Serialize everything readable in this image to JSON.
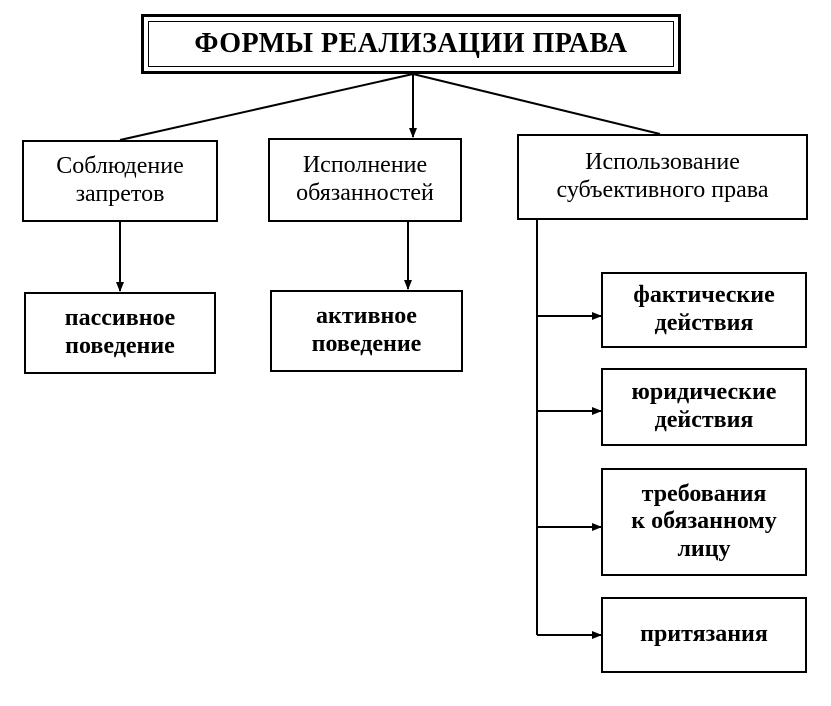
{
  "title": "ФОРМЫ РЕАЛИЗАЦИИ ПРАВА",
  "forms": [
    {
      "line1": "Соблюдение",
      "line2": "запретов"
    },
    {
      "line1": "Исполнение",
      "line2": "обязанностей"
    },
    {
      "line1": "Использование",
      "line2": "субъективного права"
    }
  ],
  "behaviors": [
    {
      "line1": "пассивное",
      "line2": "поведение"
    },
    {
      "line1": "активное",
      "line2": "поведение"
    }
  ],
  "usage_types": [
    {
      "line1": "фактические",
      "line2": "действия",
      "line3": ""
    },
    {
      "line1": "юридические",
      "line2": "действия",
      "line3": ""
    },
    {
      "line1": "требования",
      "line2": "к обязанному",
      "line3": "лицу"
    },
    {
      "line1": "притязания",
      "line2": "",
      "line3": ""
    }
  ]
}
